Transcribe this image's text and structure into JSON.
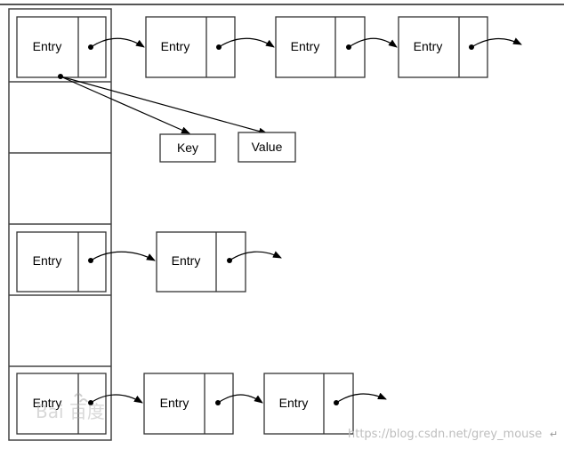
{
  "diagram": {
    "bucket_rows": [
      {
        "head": "Entry",
        "chain": [
          "Entry",
          "Entry",
          "Entry"
        ]
      },
      {
        "head": null,
        "chain": []
      },
      {
        "head": null,
        "chain": []
      },
      {
        "head": "Entry",
        "chain": [
          "Entry"
        ]
      },
      {
        "head": null,
        "chain": []
      },
      {
        "head": "Entry",
        "chain": [
          "Entry",
          "Entry"
        ]
      }
    ],
    "key_label": "Key",
    "value_label": "Value",
    "entry_label": "Entry"
  },
  "watermark": {
    "logo_text": "Bai 百度",
    "url": "https://blog.csdn.net/grey_mouse"
  },
  "colors": {
    "line": "#000000",
    "border": "#333333",
    "table_edge": "#555555",
    "background": "#ffffff",
    "watermark": "#c8c8c8"
  }
}
